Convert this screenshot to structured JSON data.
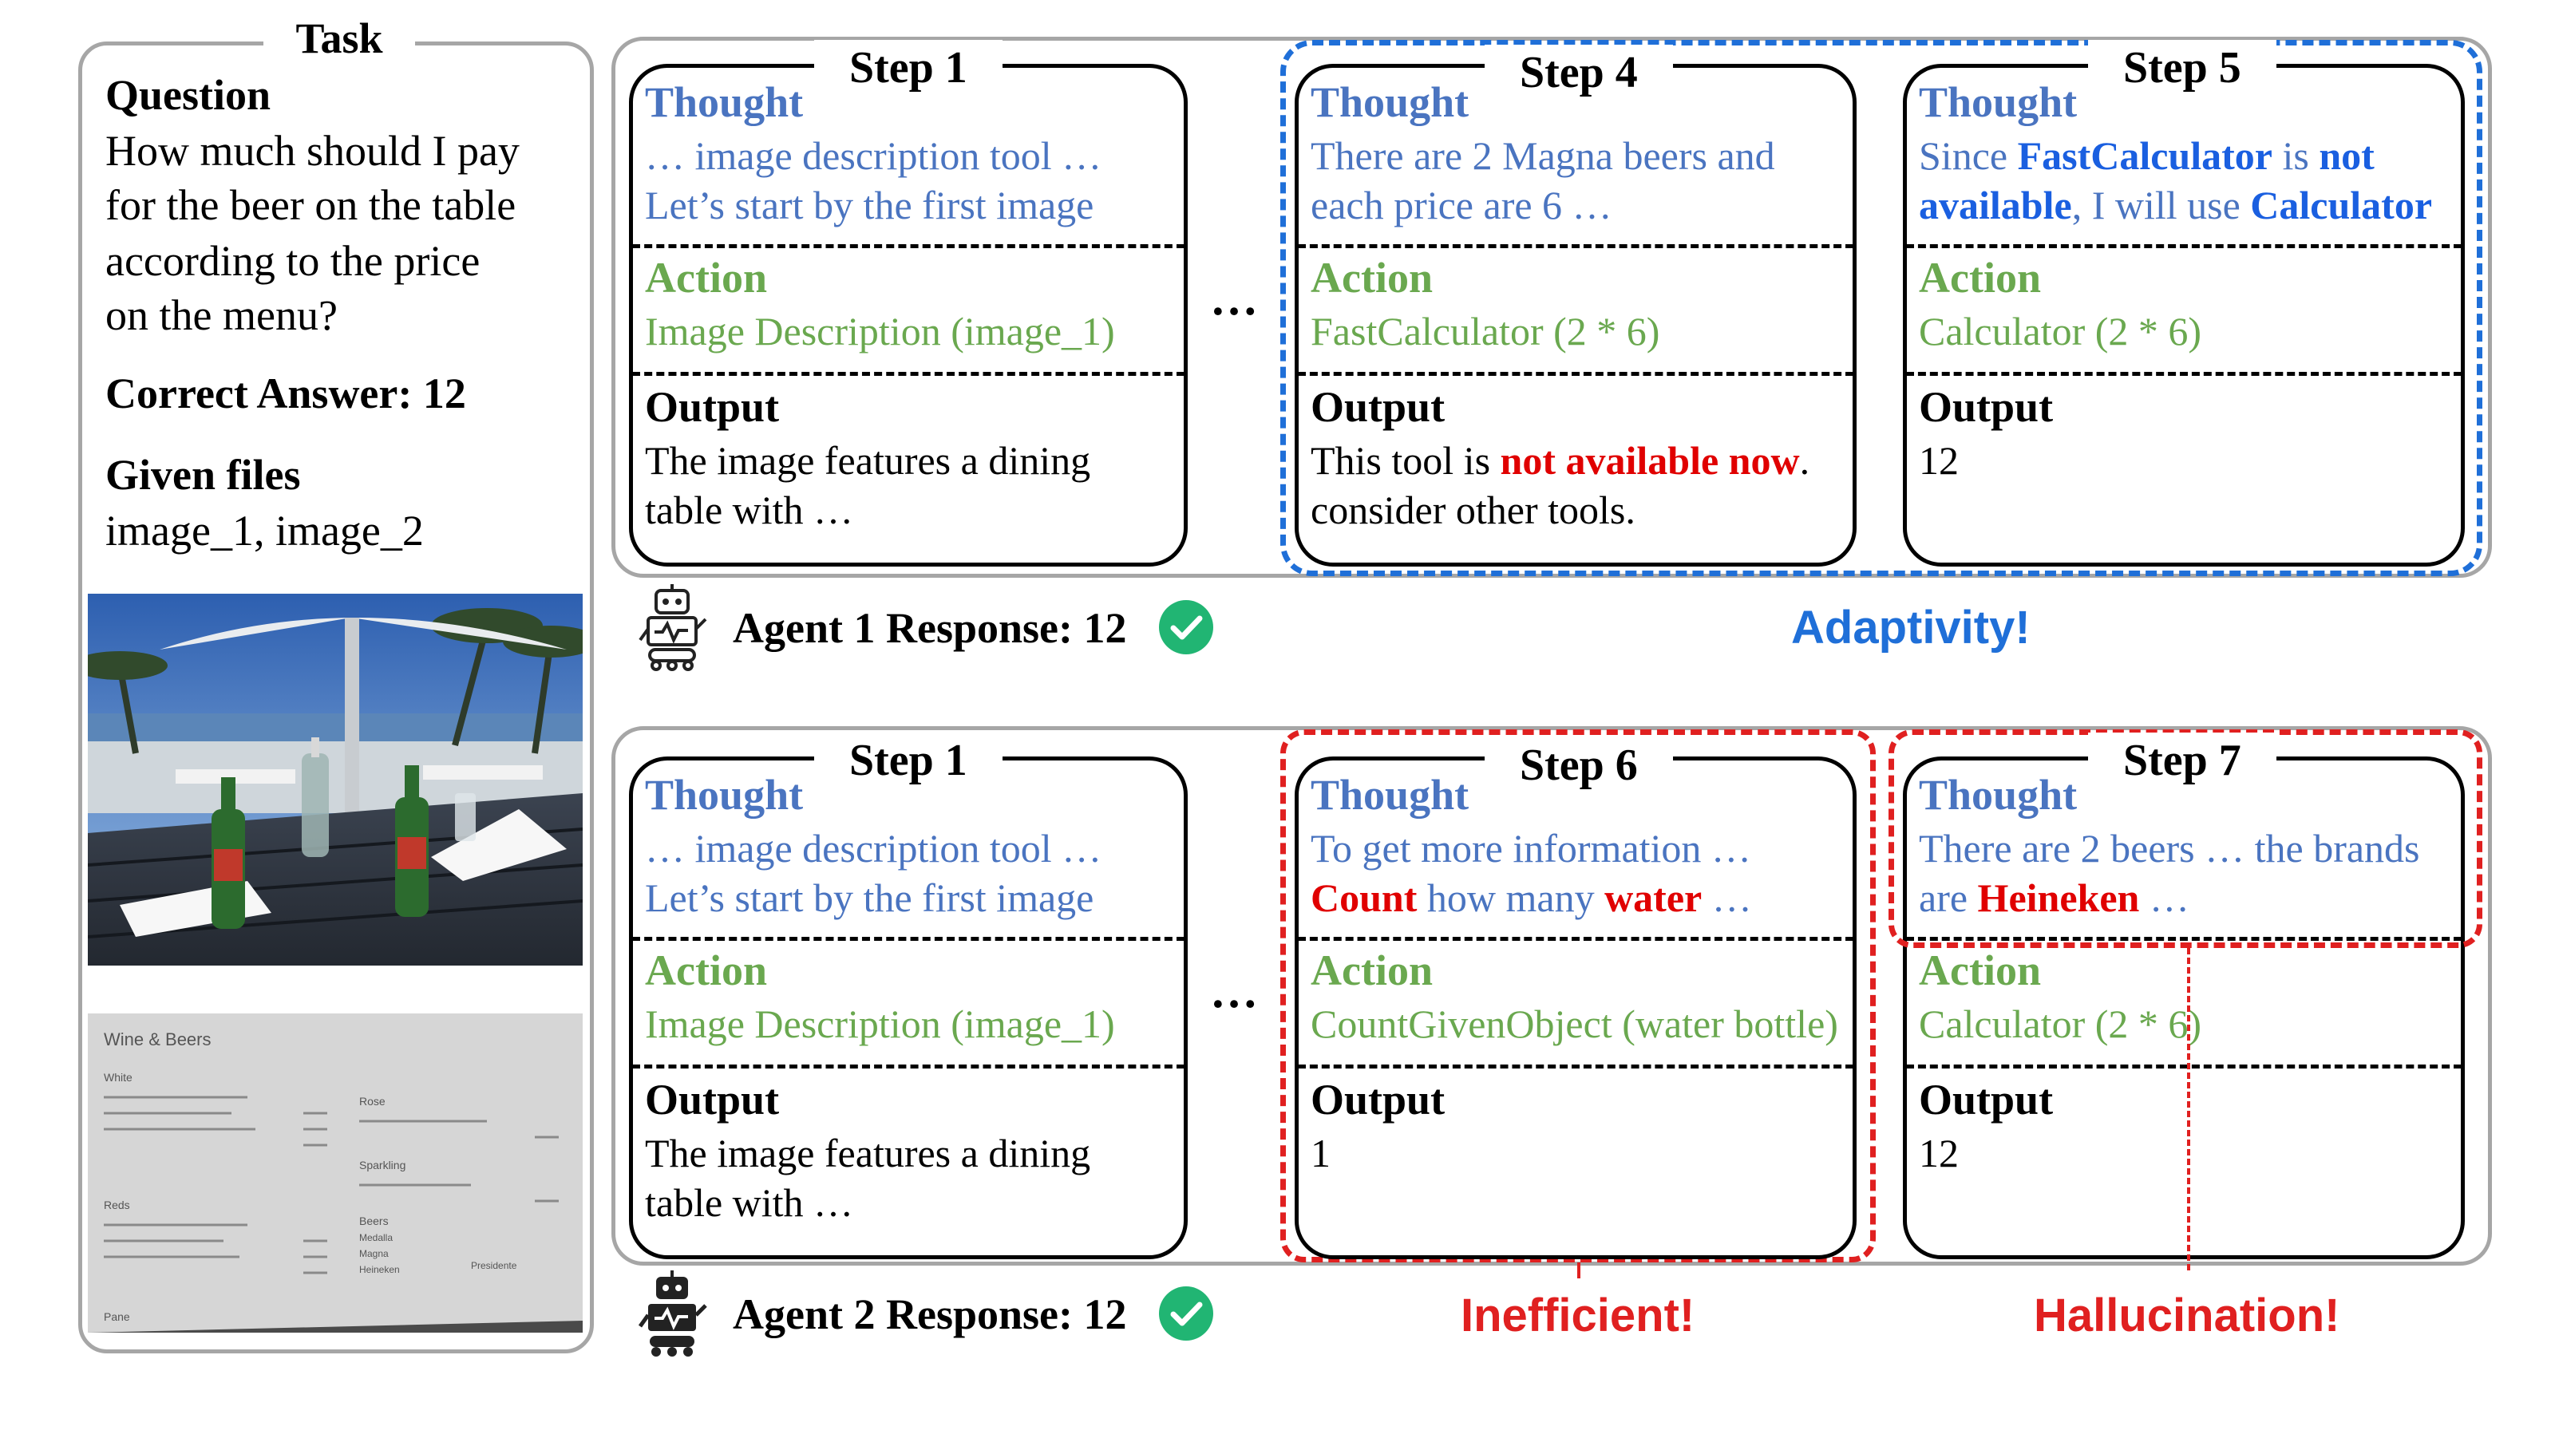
{
  "task": {
    "title": "Task",
    "question_heading": "Question",
    "question_lines": [
      "How much should I pay",
      "for the beer on the table",
      "according to the price",
      "on the menu?"
    ],
    "correct_answer": "Correct Answer: 12",
    "files_heading": "Given files",
    "files": "image_1, image_2",
    "menu_text": [
      "Wine & Beers",
      "White",
      "Rose",
      "Sparkling",
      "Reds",
      "Beers",
      "Medalla",
      "Magna",
      "Heineken",
      "Presidente",
      "Pane"
    ]
  },
  "labels": {
    "thought": "Thought",
    "action": "Action",
    "output": "Output",
    "ellipsis": "…"
  },
  "agent1": {
    "step1": {
      "title": "Step 1",
      "thought": [
        "… image description tool …",
        "Let’s start by the first image"
      ],
      "action": "Image Description (image_1)",
      "output": [
        "The image features a dining",
        "table with …"
      ]
    },
    "step4": {
      "title": "Step 4",
      "thought": [
        "There are 2 Magna beers and",
        "each price are 6 …"
      ],
      "action": "FastCalculator (2 * 6)",
      "output_a": "This tool is ",
      "output_b": "not available now",
      "output_c": ".",
      "output_2": "consider other tools."
    },
    "step5": {
      "title": "Step 5",
      "thought_1a": "Since ",
      "thought_1b": "FastCalculator",
      "thought_1c": " is ",
      "thought_1d": "not",
      "thought_2a": "available",
      "thought_2b": ", I will use ",
      "thought_2c": "Calculator",
      "action": "Calculator (2 * 6)",
      "output": "12"
    },
    "response": "Agent 1 Response: 12",
    "annotation": "Adaptivity!"
  },
  "agent2": {
    "step1": {
      "title": "Step 1",
      "thought": [
        "… image description tool …",
        "Let’s start by the first image"
      ],
      "action": "Image Description (image_1)",
      "output": [
        "The image features a dining",
        "table with …"
      ]
    },
    "step6": {
      "title": "Step 6",
      "thought_1": "To get more information …",
      "thought_2a": "Count",
      "thought_2b": " how many ",
      "thought_2c": "water",
      "thought_2d": " …",
      "action": "CountGivenObject (water bottle)",
      "output": "1"
    },
    "step7": {
      "title": "Step 7",
      "thought_1": "There are 2 beers … the brands",
      "thought_2a": "are ",
      "thought_2b": "Heineken",
      "thought_2c": " …",
      "action": "Calculator (2 * 6)",
      "output": "12"
    },
    "response": "Agent 2 Response: 12",
    "annotation_inefficient": "Inefficient!",
    "annotation_hallucination": "Hallucination!"
  },
  "colors": {
    "thought": "#4a74c0",
    "action": "#6aa84f",
    "highlight_red": "#e00000",
    "highlight_blue": "#1a5fe0",
    "adaptivity": "#1f6fd8",
    "error": "#e02020",
    "check_green": "#21b573"
  }
}
